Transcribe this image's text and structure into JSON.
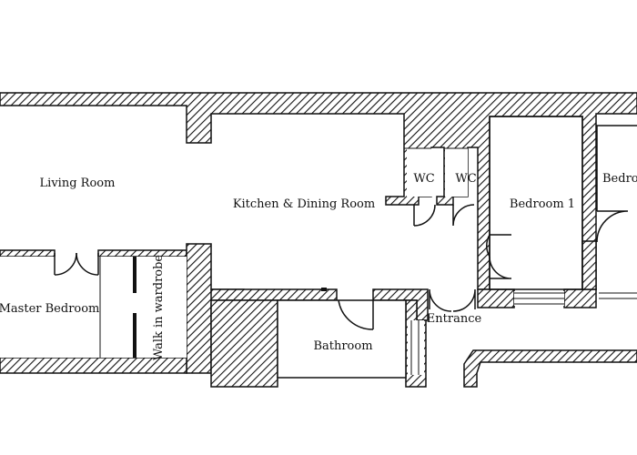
{
  "diagram": {
    "type": "floor-plan",
    "rooms": {
      "living_room": "Living Room",
      "kitchen_dining": "Kitchen & Dining Room",
      "wc_1": "WC",
      "wc_2": "WC",
      "bedroom_1": "Bedroom 1",
      "bedroom_2_partial": "Bedroo",
      "master_bedroom": "Master Bedroom",
      "walk_in_wardrobe": "Walk in wardrobe",
      "bathroom": "Bathroom",
      "entrance": "Entrance"
    }
  }
}
